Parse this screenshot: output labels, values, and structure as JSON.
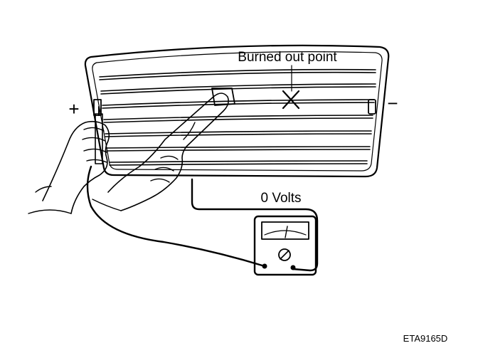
{
  "labels": {
    "burned_out_point": "Burned out point",
    "voltage": "0 Volts",
    "positive": "+",
    "negative": "−",
    "figure_code": "ETA9165D"
  },
  "colors": {
    "ink": "#000000",
    "background": "#ffffff"
  }
}
